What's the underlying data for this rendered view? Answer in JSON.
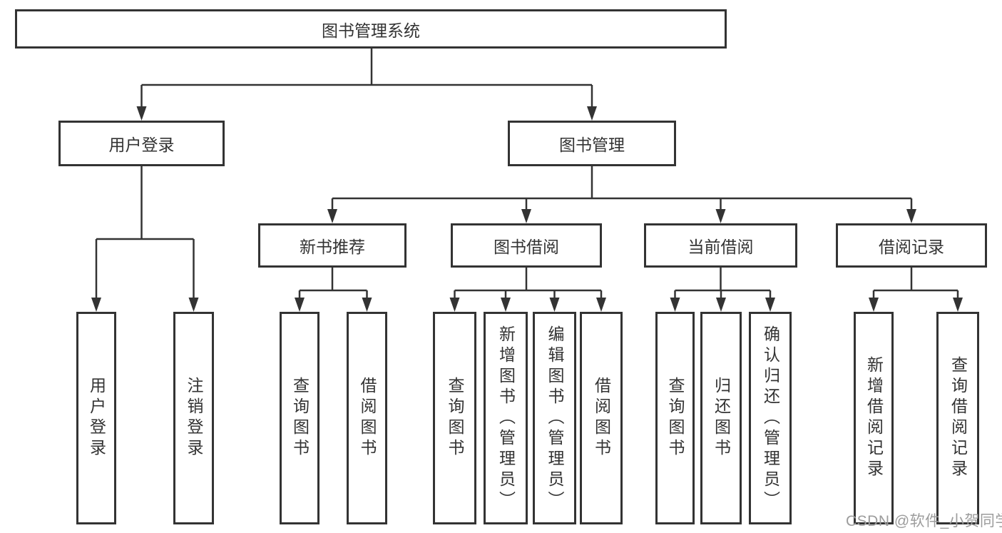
{
  "diagram": {
    "title": "图书管理系统",
    "level2": {
      "user_login": "用户登录",
      "book_mgmt": "图书管理"
    },
    "level3": {
      "new_book": "新书推荐",
      "borrow": "图书借阅",
      "current": "当前借阅",
      "records": "借阅记录"
    },
    "leaves": {
      "user_login_1": "用户登录",
      "user_login_2": "注销登录",
      "new_book_1": "查询图书",
      "new_book_2": "借阅图书",
      "borrow_1": "查询图书",
      "borrow_2": "新增图书（管理员）",
      "borrow_3": "编辑图书（管理员）",
      "borrow_4": "借阅图书",
      "current_1": "查询图书",
      "current_2": "归还图书",
      "current_3": "确认归还（管理员）",
      "records_1": "新增借阅记录",
      "records_2": "查询借阅记录"
    },
    "watermark": "CSDN @软件_小贺同学"
  },
  "colors": {
    "line": "#333333",
    "box_border": "#333333",
    "text": "#333333",
    "background": "#ffffff",
    "watermark": "#9c9c9c"
  }
}
